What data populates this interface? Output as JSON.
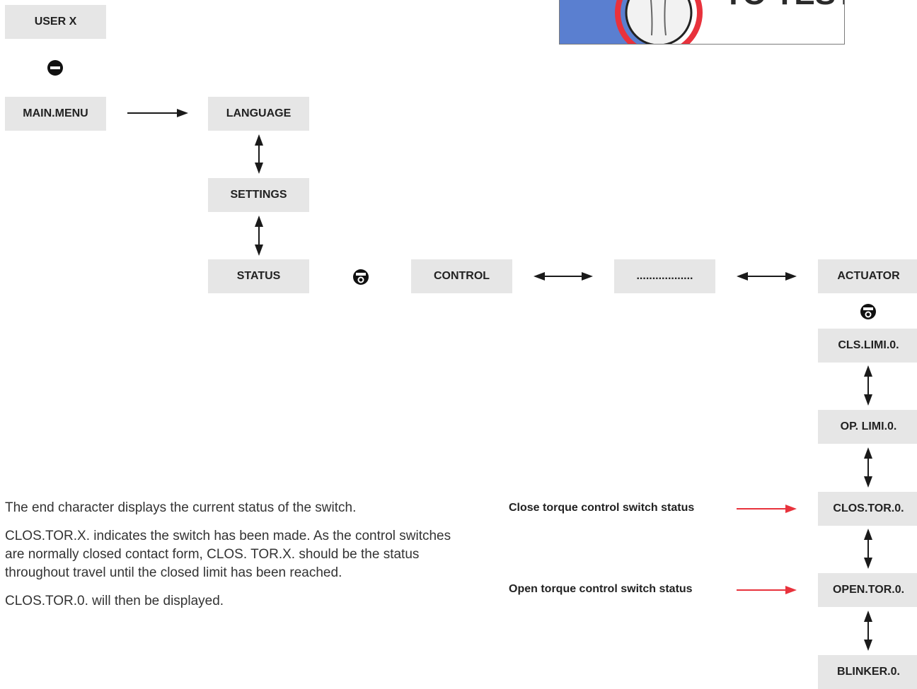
{
  "menu": {
    "user": "USER X",
    "main_menu": "MAIN.MENU",
    "language": "LANGUAGE",
    "settings": "SETTINGS",
    "status": "STATUS",
    "control": "CONTROL",
    "ellipsis": "..................",
    "actuator": "ACTUATOR",
    "cls_limi": "CLS.LIMI.0.",
    "op_limi": "OP. LIMI.0.",
    "clos_tor": "CLOS.TOR.0.",
    "open_tor": "OPEN.TOR.0.",
    "blinker": "BLINKER.0."
  },
  "labels": {
    "close_torque": "Close torque control switch status",
    "open_torque": "Open torque control switch status"
  },
  "description": {
    "p1": "The end character displays the current status of the switch.",
    "p2": "CLOS.TOR.X. indicates the switch has been made. As the control switches are normally closed contact form, CLOS. TOR.X. should be the status throughout travel until the closed limit has been reached.",
    "p3": "CLOS.TOR.0. will then be displayed."
  },
  "photo": {
    "text": "TO TEST"
  },
  "colors": {
    "box_bg": "#e6e6e6",
    "arrow": "#1a1a1a",
    "red_arrow": "#e8323c",
    "ring": "#e8323c",
    "photo_blue": "#5a7fd0"
  },
  "icons": {
    "minus": "minus-circle-icon",
    "knob": "setting-knob-icon"
  }
}
